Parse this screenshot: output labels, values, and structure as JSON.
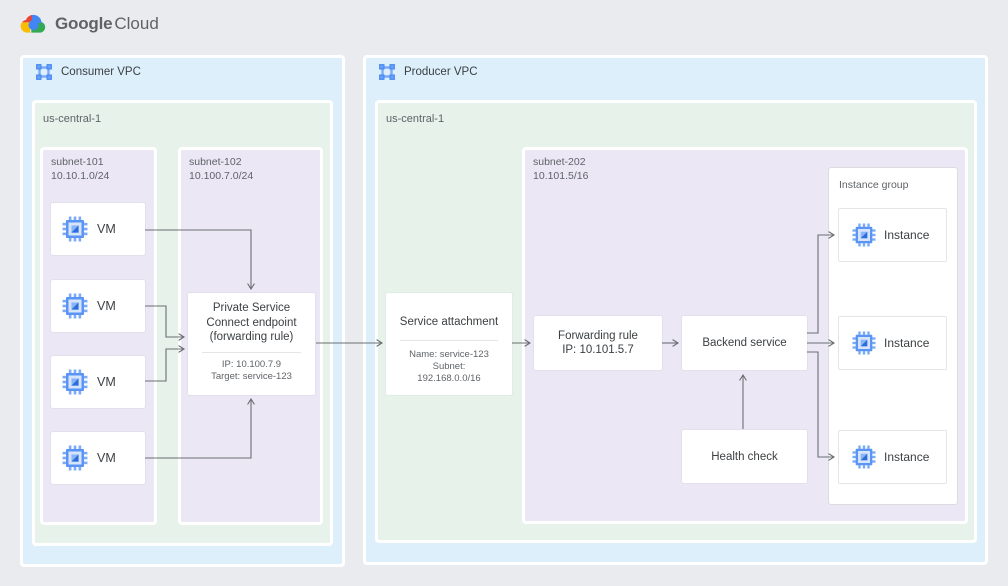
{
  "logo": {
    "google": "Google",
    "cloud": "Cloud"
  },
  "consumer_vpc": {
    "label": "Consumer VPC",
    "region": {
      "label": "us-central-1"
    },
    "subnet_101": {
      "name": "subnet-101",
      "cidr": "10.10.1.0/24",
      "vms": [
        {
          "label": "VM"
        },
        {
          "label": "VM"
        },
        {
          "label": "VM"
        },
        {
          "label": "VM"
        }
      ]
    },
    "subnet_102": {
      "name": "subnet-102",
      "cidr": "10.100.7.0/24",
      "psc_endpoint": {
        "title_lines": [
          "Private Service",
          "Connect endpoint",
          "(forwarding rule)"
        ],
        "details": [
          "IP: 10.100.7.9",
          "Target: service-123"
        ]
      }
    }
  },
  "producer_vpc": {
    "label": "Producer VPC",
    "region": {
      "label": "us-central-1"
    },
    "service_attachment": {
      "title": "Service attachment",
      "details": [
        "Name: service-123",
        "Subnet:",
        "192.168.0.0/16"
      ]
    },
    "subnet_202": {
      "name": "subnet-202",
      "cidr": "10.101.5/16",
      "forwarding_rule": {
        "lines": [
          "Forwarding rule",
          "IP: 10.101.5.7"
        ]
      },
      "backend_service": {
        "label": "Backend service"
      },
      "health_check": {
        "label": "Health check"
      },
      "instance_group": {
        "label": "Instance group",
        "instances": [
          {
            "label": "Instance"
          },
          {
            "label": "Instance"
          },
          {
            "label": "Instance"
          }
        ]
      }
    }
  },
  "colors": {
    "background": "#e9ebee",
    "vpc_bg": "#ddeffb",
    "region_bg": "#e6f2ea",
    "subnet_bg": "#ebe7f4",
    "card_bg": "#ffffff",
    "card_border": "#dadce0",
    "arrow": "#6b6f73",
    "icon_blue": "#4285f4",
    "icon_blue_light": "#7baaf7",
    "text_primary": "#3c4043",
    "text_secondary": "#5f6368",
    "logo_red": "#ea4335",
    "logo_yellow": "#fbbc04",
    "logo_green": "#34a853",
    "logo_blue": "#4285f4"
  }
}
